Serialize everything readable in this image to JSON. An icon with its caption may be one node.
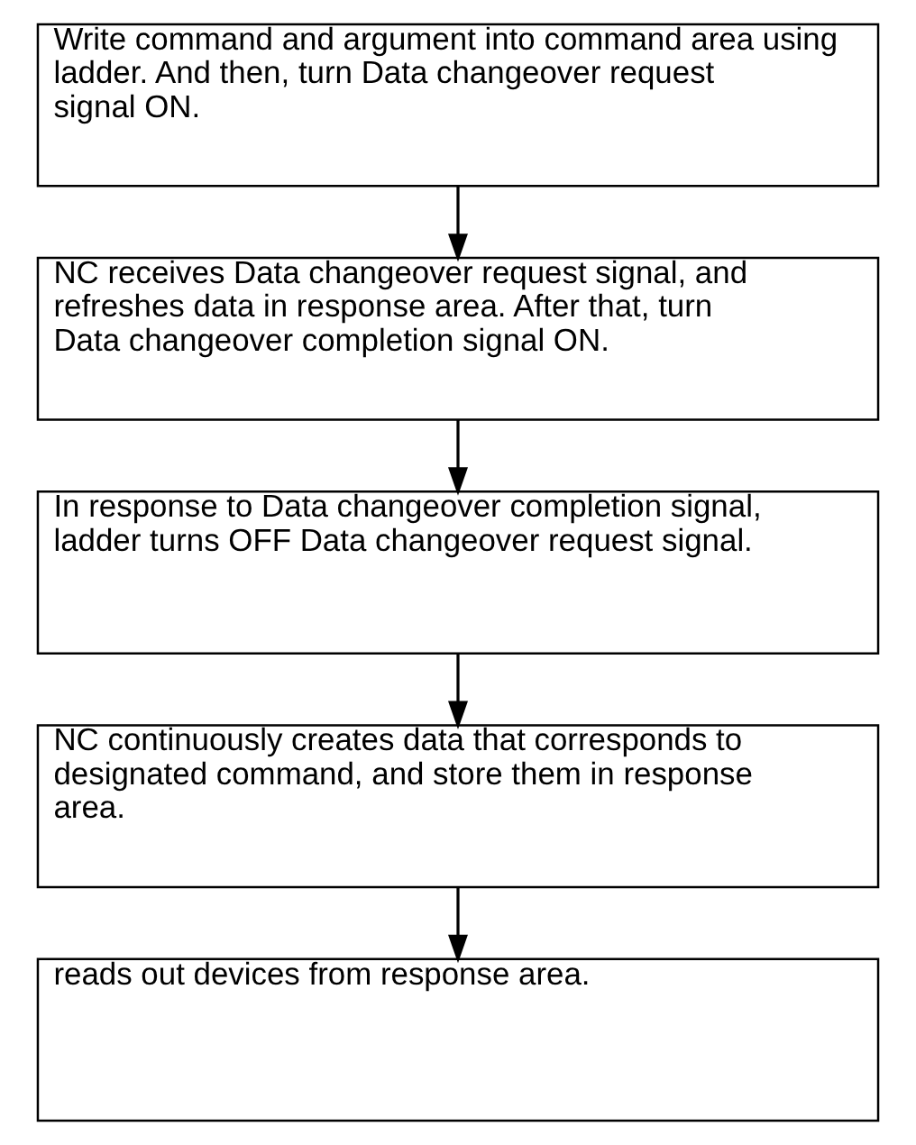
{
  "diagram": {
    "nodes": [
      {
        "text": [
          "Write command and argument into command area using ladder. And then, turn Data changeover request signal ON."
        ]
      },
      {
        "text": [
          "NC receives Data changeover request signal, and refreshes data in response area. After that, turn Data changeover completion signal ON."
        ]
      },
      {
        "text": [
          "In response to Data changeover completion signal, ladder turns OFF Data changeover request signal."
        ]
      },
      {
        "text": [
          "NC continuously creates data that corresponds to designated command, and store them in response area."
        ]
      },
      {
        "text": [
          "reads out devices from response area."
        ]
      }
    ],
    "edges": [
      {
        "from": 0,
        "to": 1,
        "arrow": "to"
      },
      {
        "from": 1,
        "to": 2,
        "arrow": "to"
      },
      {
        "from": 2,
        "to": 3,
        "arrow": "to"
      },
      {
        "from": 3,
        "to": 4,
        "arrow": "to"
      }
    ]
  }
}
